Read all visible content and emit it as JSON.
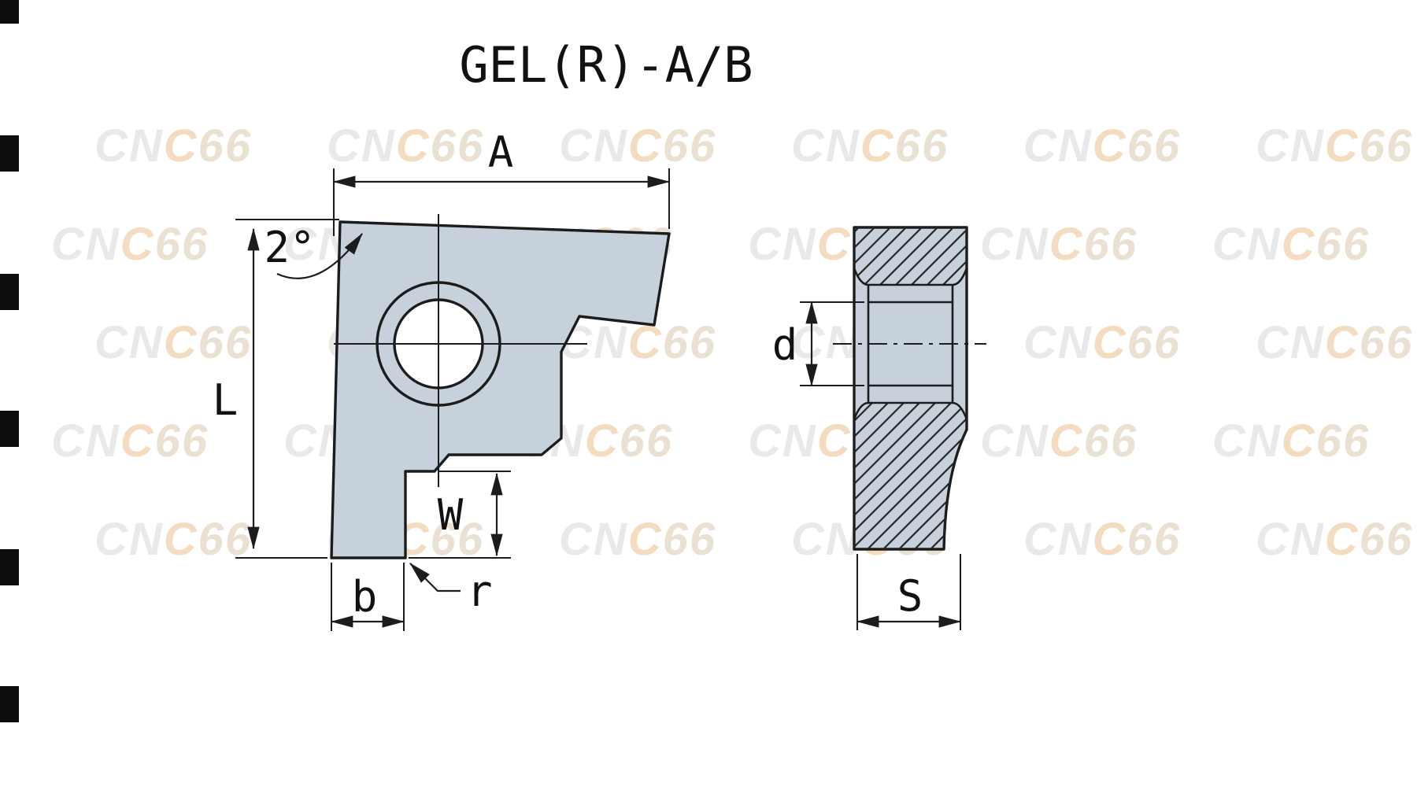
{
  "title": "GEL(R)-A/B",
  "front_view": {
    "dim_width_label": "A",
    "dim_height_label": "L",
    "angle_label": "2°",
    "dim_groove_width_label": "W",
    "dim_base_width_label": "b",
    "dim_corner_radius_label": "r"
  },
  "side_view": {
    "dim_hole_diameter_label": "d",
    "dim_thickness_label": "S"
  },
  "watermark": {
    "text": "CNC66",
    "p1": "CN",
    "p2": "C",
    "p3": "66",
    "color_gray": "#e9e9e9",
    "color_orange": "#f4dcc0",
    "color_tan": "#ebe1d3"
  },
  "colors": {
    "body_fill": "#c6d1db",
    "line": "#1c1c1c",
    "background": "#ffffff"
  }
}
